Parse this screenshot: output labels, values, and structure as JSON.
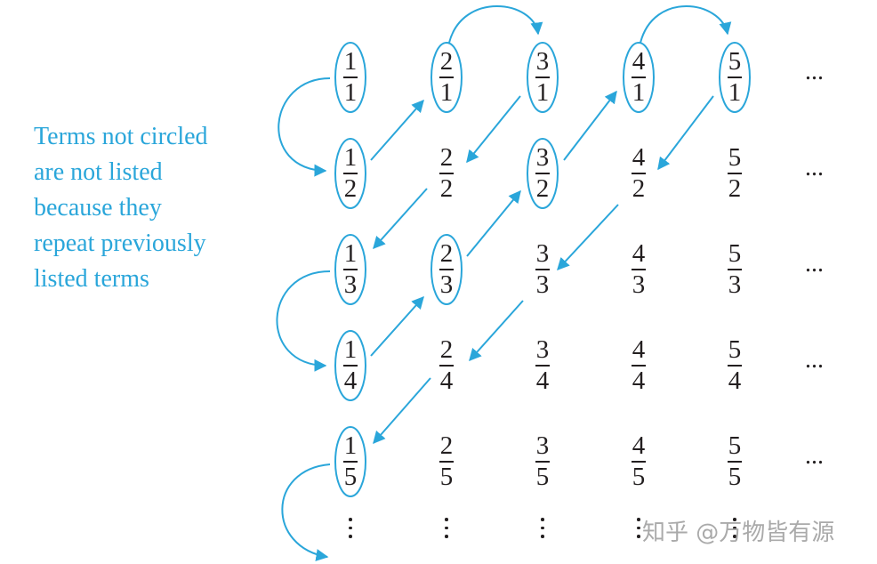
{
  "note": {
    "lines": [
      "Terms not circled",
      "are not listed",
      "because they",
      "repeat previously",
      "listed terms"
    ]
  },
  "grid": {
    "rows": [
      [
        {
          "n": "1",
          "d": "1",
          "circled": true
        },
        {
          "n": "2",
          "d": "1",
          "circled": true
        },
        {
          "n": "3",
          "d": "1",
          "circled": true
        },
        {
          "n": "4",
          "d": "1",
          "circled": true
        },
        {
          "n": "5",
          "d": "1",
          "circled": true
        }
      ],
      [
        {
          "n": "1",
          "d": "2",
          "circled": true
        },
        {
          "n": "2",
          "d": "2",
          "circled": false
        },
        {
          "n": "3",
          "d": "2",
          "circled": true
        },
        {
          "n": "4",
          "d": "2",
          "circled": false
        },
        {
          "n": "5",
          "d": "2",
          "circled": false
        }
      ],
      [
        {
          "n": "1",
          "d": "3",
          "circled": true
        },
        {
          "n": "2",
          "d": "3",
          "circled": true
        },
        {
          "n": "3",
          "d": "3",
          "circled": false
        },
        {
          "n": "4",
          "d": "3",
          "circled": false
        },
        {
          "n": "5",
          "d": "3",
          "circled": false
        }
      ],
      [
        {
          "n": "1",
          "d": "4",
          "circled": true
        },
        {
          "n": "2",
          "d": "4",
          "circled": false
        },
        {
          "n": "3",
          "d": "4",
          "circled": false
        },
        {
          "n": "4",
          "d": "4",
          "circled": false
        },
        {
          "n": "5",
          "d": "4",
          "circled": false
        }
      ],
      [
        {
          "n": "1",
          "d": "5",
          "circled": true
        },
        {
          "n": "2",
          "d": "5",
          "circled": false
        },
        {
          "n": "3",
          "d": "5",
          "circled": false
        },
        {
          "n": "4",
          "d": "5",
          "circled": false
        },
        {
          "n": "5",
          "d": "5",
          "circled": false
        }
      ]
    ],
    "row_continuation": "...",
    "column_continuation": "⋮"
  },
  "watermark": "知乎 @万物皆有源",
  "colors": {
    "arrow": "#2aa6da",
    "text": "#231f20",
    "note": "#2aa6da",
    "watermark": "#aaaaaa"
  }
}
